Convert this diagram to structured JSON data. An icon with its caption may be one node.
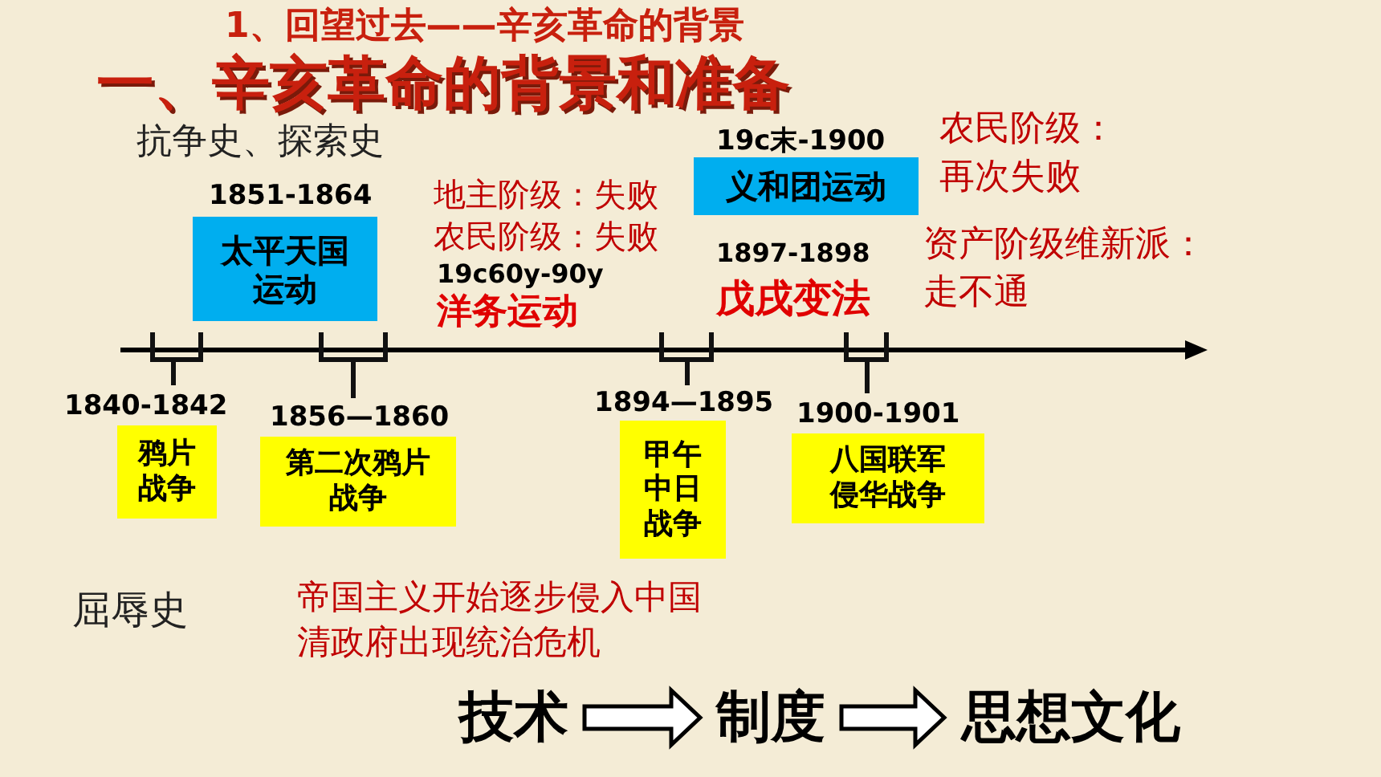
{
  "diagram": {
    "title": "一、辛亥革命的背景和准备",
    "nodes": [
      {
        "text": [
          "太平天国运动"
        ],
        "beside": [
          "1851-1864"
        ]
      },
      {
        "text": [
          "义和团运动"
        ],
        "beside": [
          "19c末-1900"
        ]
      },
      {
        "text": [
          "鸦片战争"
        ],
        "beside": [
          "1840-1842"
        ]
      },
      {
        "text": [
          "第二次鸦片战争"
        ],
        "beside": [
          "1856—1860"
        ]
      },
      {
        "text": [
          "甲午中日战争"
        ],
        "beside": [
          "1894—1895"
        ]
      },
      {
        "text": [
          "八国联军侵华战争"
        ],
        "beside": [
          "1900-1901"
        ]
      },
      {
        "text": [
          "技术"
        ]
      },
      {
        "text": [
          "制度"
        ]
      },
      {
        "text": [
          "思想文化"
        ]
      }
    ],
    "edges": [
      {
        "from": 6,
        "to": 7,
        "arrow": "to"
      },
      {
        "from": 7,
        "to": 8,
        "arrow": "to"
      }
    ],
    "labels": [
      "1、回望过去——辛亥革命的背景",
      "抗争史、探索史",
      "地主阶级：失败",
      "农民阶级：失败",
      "19c60y-90y",
      "洋务运动",
      "1897-1898",
      "戊戌变法",
      "农民阶级：再次失败",
      "资产阶级维新派：走不通",
      "屈辱史",
      "帝国主义开始逐步侵入中国",
      "清政府出现统治危机"
    ]
  }
}
